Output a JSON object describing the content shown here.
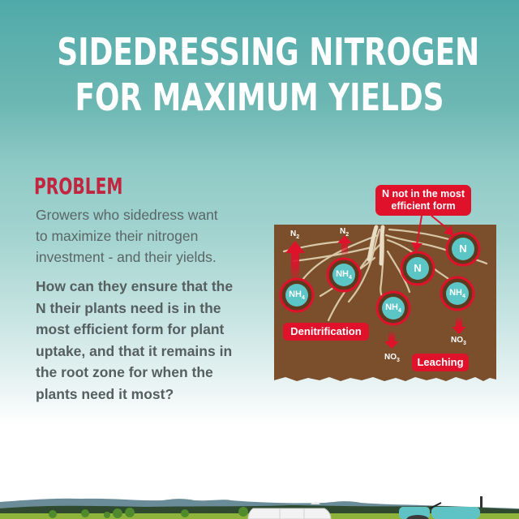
{
  "title": {
    "line1": "SIDEDRESSING NITROGEN",
    "line2": "FOR MAXIMUM YIELDS"
  },
  "problem": {
    "heading": "PROBLEM",
    "intro_lines": [
      "Growers who sidedress want",
      "to maximize their nitrogen",
      "investment - and their yields."
    ],
    "question_lines": [
      "How can they ensure that the",
      "N their plants need is in the",
      "most efficient form for plant",
      "uptake, and that it remains in",
      "the root zone for when the",
      "plants need it most?"
    ]
  },
  "diagram": {
    "callout_line1": "N not in the most",
    "callout_line2": "efficient form",
    "gas_labels": [
      "N",
      "N"
    ],
    "gas_subscript": "2",
    "ions": [
      {
        "label": "NH",
        "sub": "4"
      },
      {
        "label": "NH",
        "sub": "4"
      },
      {
        "label": "NH",
        "sub": "4"
      },
      {
        "label": "N",
        "sub": ""
      },
      {
        "label": "N",
        "sub": ""
      },
      {
        "label": "NH",
        "sub": "4"
      }
    ],
    "nitrate_label": "NO",
    "nitrate_sub": "3",
    "denitrification_label": "Denitrification",
    "leaching_label": "Leaching"
  },
  "colors": {
    "title": "#ffffff",
    "problem_heading": "#c2253f",
    "accent_red": "#e0112b",
    "soil": "#7a4f2b",
    "ion": "#5cc5c6",
    "tractor": "#5fc3c5"
  }
}
